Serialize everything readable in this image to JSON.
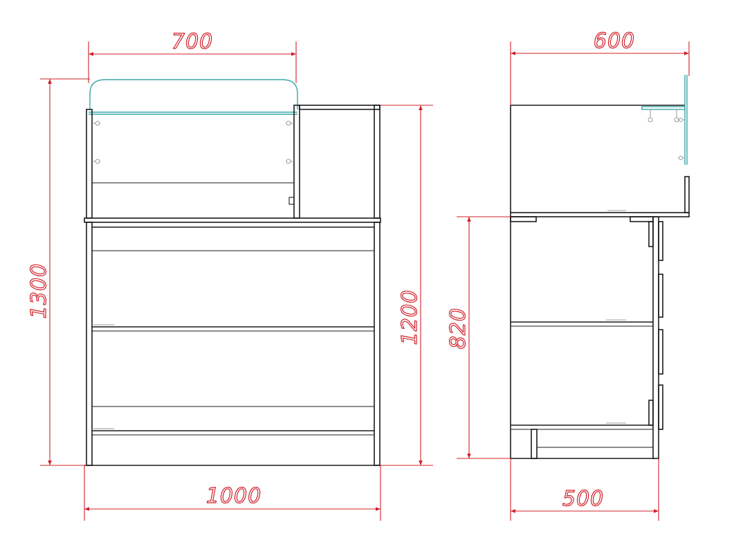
{
  "colors": {
    "dimension": "#d0202a",
    "structure": "#1a1a1a",
    "glass": "#3aa6a6",
    "hardware": "#999999",
    "background": "#ffffff"
  },
  "front_view": {
    "dimensions": {
      "changer_width": "700",
      "total_height": "1300",
      "body_height": "1200",
      "body_width": "1000"
    }
  },
  "side_view": {
    "dimensions": {
      "top_depth": "600",
      "lower_height": "820",
      "body_depth": "500"
    }
  }
}
